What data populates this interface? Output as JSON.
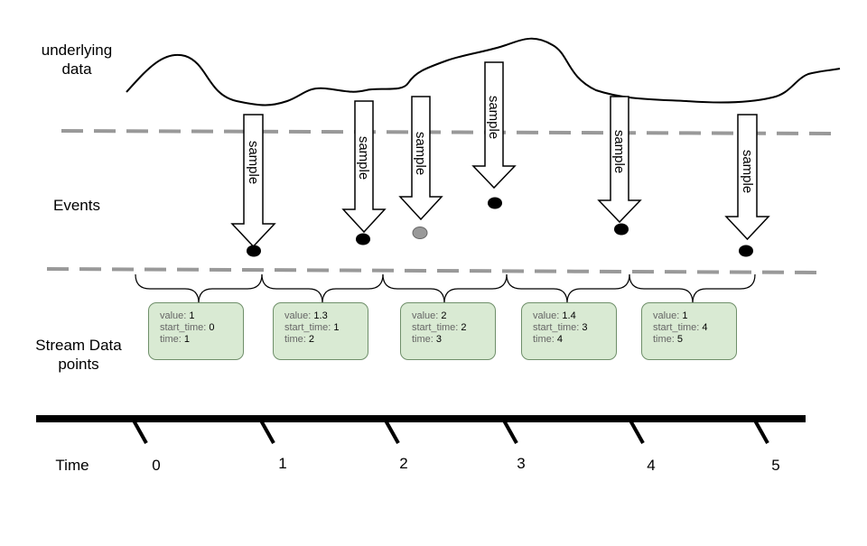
{
  "labels": {
    "underlying": "underlying\ndata",
    "events": "Events",
    "stream": "Stream Data\npoints",
    "time": "Time"
  },
  "sample_label": "sample",
  "time_ticks": [
    "0",
    "1",
    "2",
    "3",
    "4",
    "5"
  ],
  "data_points": [
    {
      "value_key": "value:",
      "value": "1",
      "start_key": "start_time:",
      "start_time": "0",
      "time_key": "time:",
      "time": "1"
    },
    {
      "value_key": "value:",
      "value": "1.3",
      "start_key": "start_time:",
      "start_time": "1",
      "time_key": "time:",
      "time": "2"
    },
    {
      "value_key": "value:",
      "value": "2",
      "start_key": "start_time:",
      "start_time": "2",
      "time_key": "time:",
      "time": "3"
    },
    {
      "value_key": "value:",
      "value": "1.4",
      "start_key": "start_time:",
      "start_time": "3",
      "time_key": "time:",
      "time": "4"
    },
    {
      "value_key": "value:",
      "value": "1",
      "start_key": "start_time:",
      "start_time": "4",
      "time_key": "time:",
      "time": "5"
    }
  ],
  "colors": {
    "card_fill": "#d9ead3",
    "card_border": "#6f8f6a",
    "dashed_line": "#999999",
    "event_dot": "#000000",
    "event_dot_dropped": "#999999",
    "timeline": "#000000"
  }
}
